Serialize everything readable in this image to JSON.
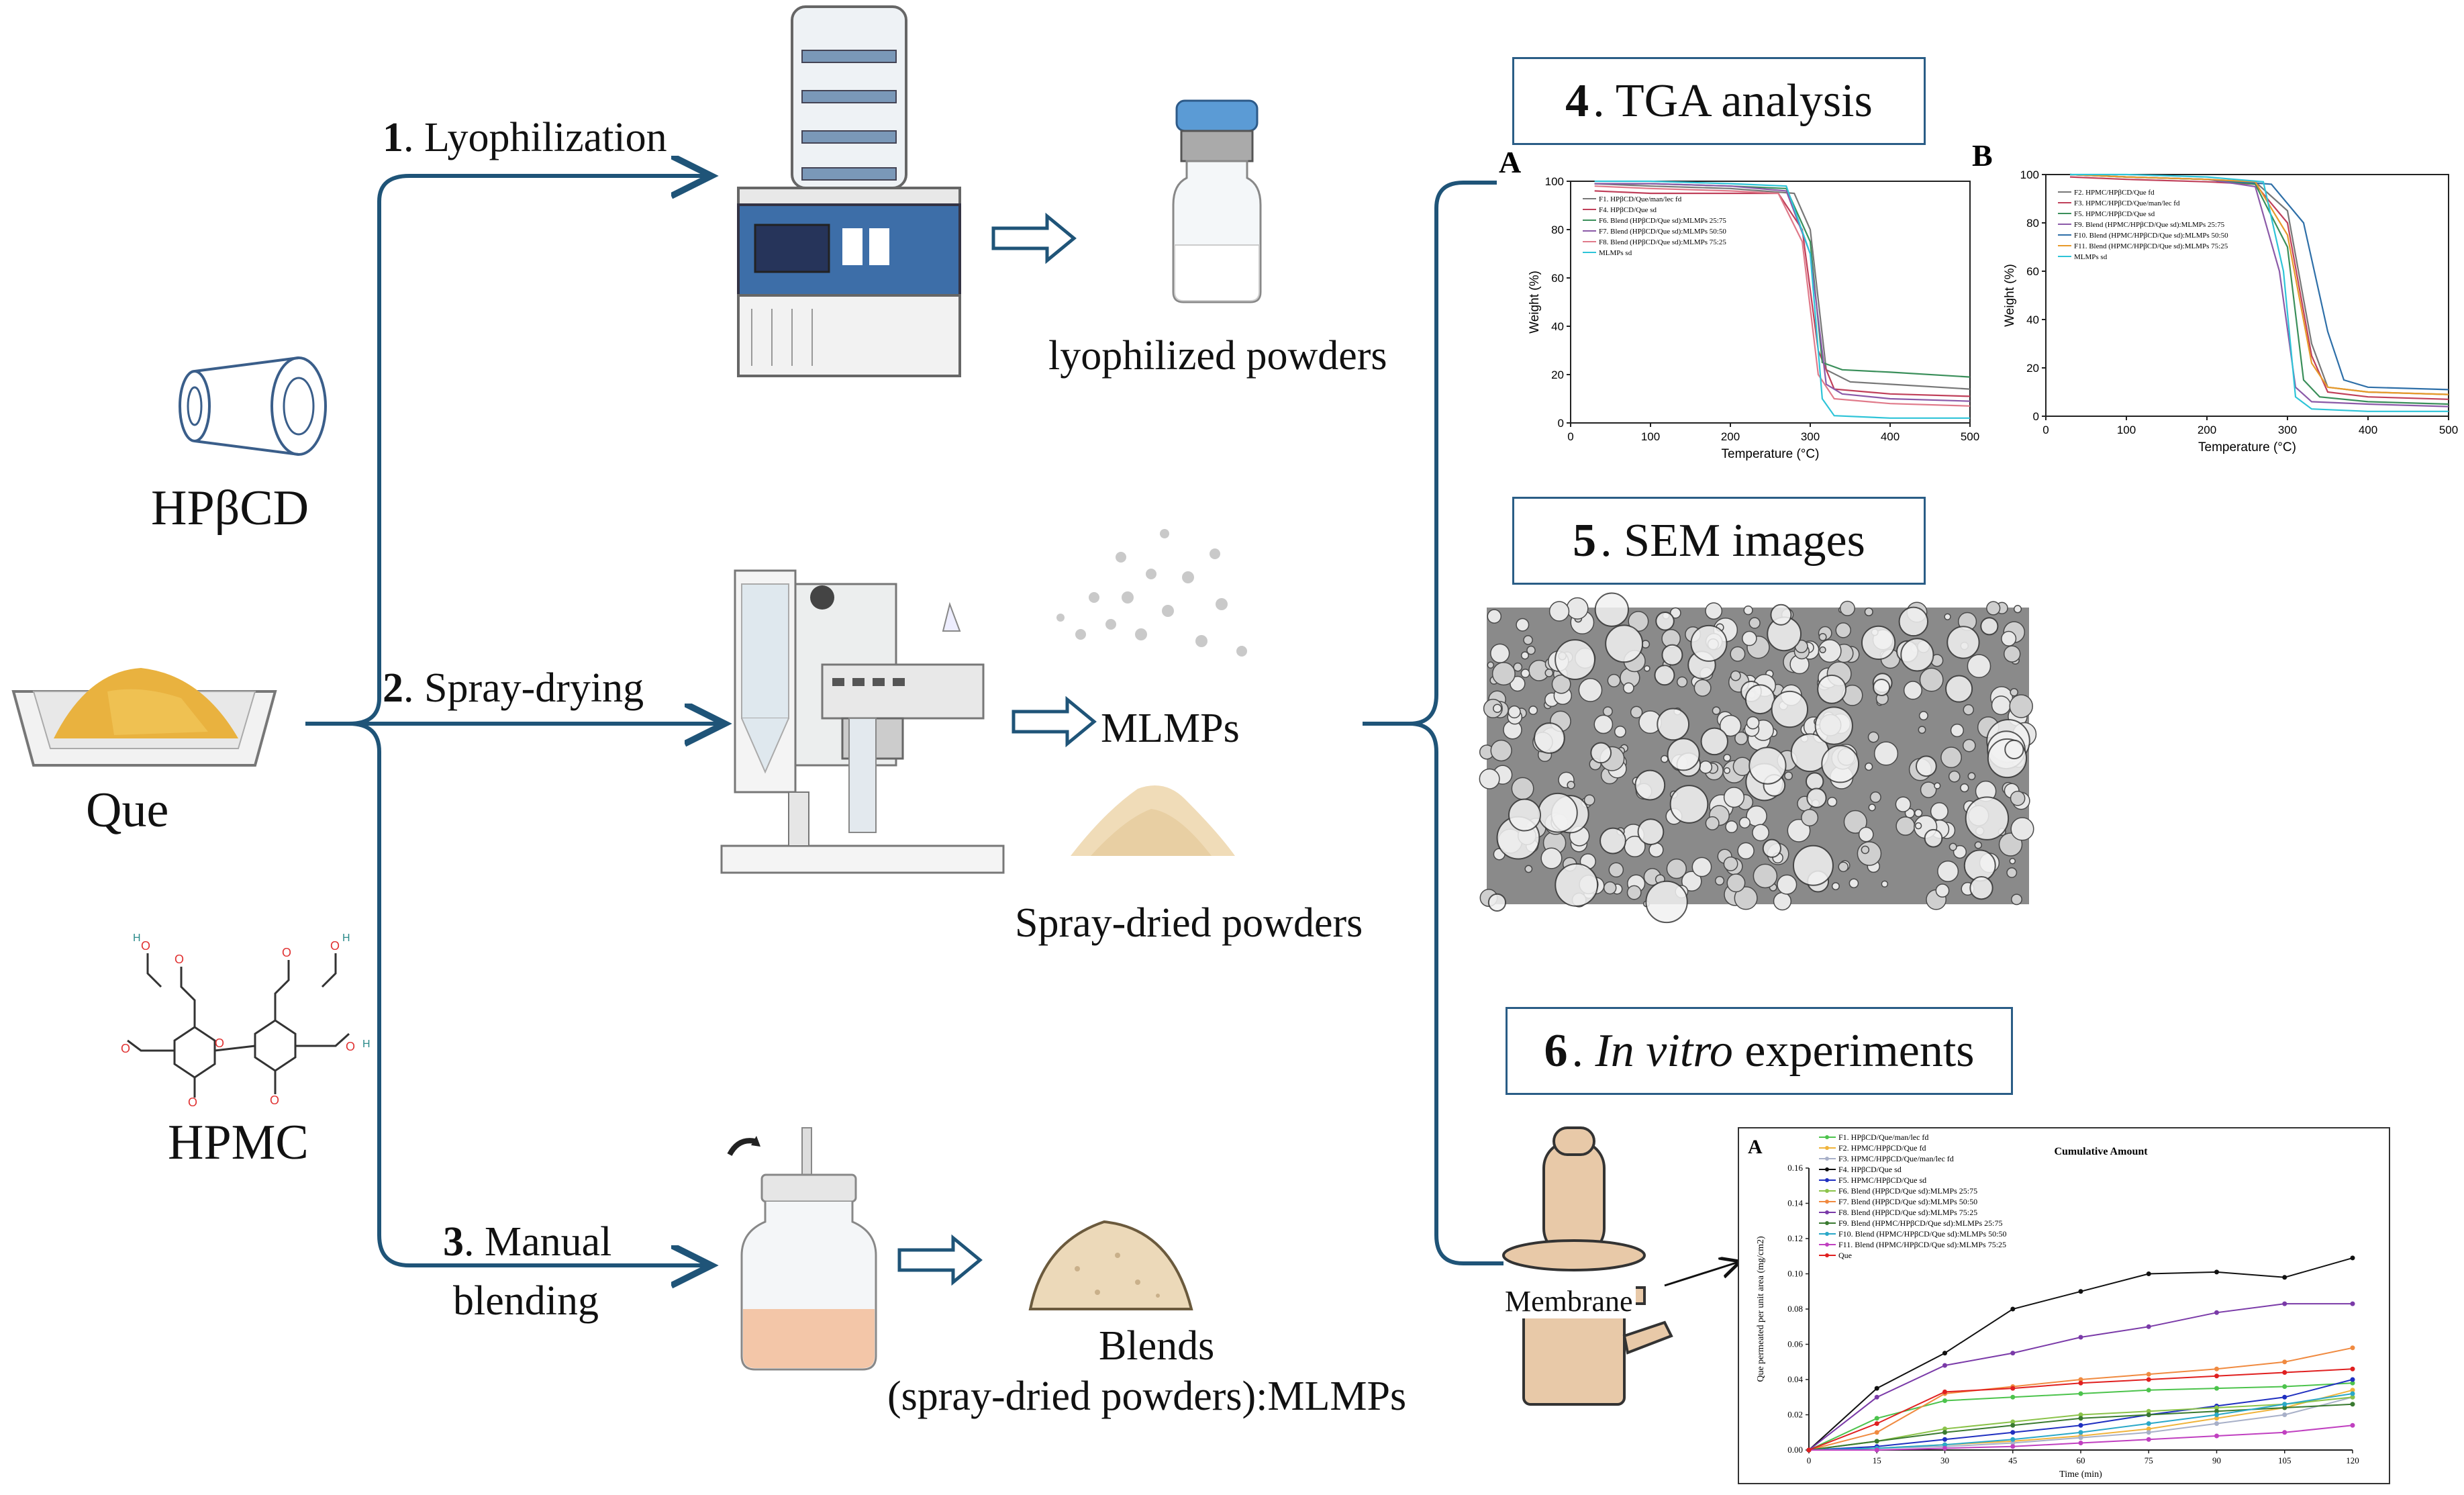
{
  "inputs": {
    "hpbcd": "HPβCD",
    "que": "Que",
    "hpmc": "HPMC"
  },
  "steps": {
    "step1": {
      "num": "1",
      "label": ". Lyophilization",
      "product": "lyophilized powders"
    },
    "step2": {
      "num": "2",
      "label": ". Spray-drying",
      "product": "MLMPs",
      "product2": "Spray-dried powders"
    },
    "step3": {
      "num": "3",
      "label_line1": ". Manual",
      "label_line2": "blending",
      "product_line1": "Blends",
      "product_line2": "(spray-dried powders):MLMPs"
    }
  },
  "analyses": {
    "tga": {
      "num": "4",
      "label": ". TGA analysis"
    },
    "sem": {
      "num": "5",
      "label": ". SEM images"
    },
    "invitro": {
      "num": "6",
      "label_italic": "In vitro",
      "label_rest": " experiments"
    }
  },
  "membrane_label": "Membrane",
  "colors": {
    "arrow": "#1f5478",
    "box_border": "#2a5d86"
  },
  "chart_data": [
    {
      "type": "line",
      "panel": "A",
      "xlabel": "Temperature (°C)",
      "ylabel": "Weight (%)",
      "xlim": [
        0,
        500
      ],
      "ylim": [
        0,
        100
      ],
      "xticks": [
        0,
        100,
        200,
        300,
        400,
        500
      ],
      "yticks": [
        0,
        20,
        40,
        60,
        80,
        100
      ],
      "series": [
        {
          "name": "F1. HPβCD/Que/man/lec fd",
          "color": "#777777",
          "x": [
            30,
            100,
            200,
            280,
            300,
            320,
            350,
            400,
            500
          ],
          "y": [
            99,
            98,
            97,
            95,
            80,
            22,
            17,
            16,
            14
          ]
        },
        {
          "name": "F4. HPβCD/Que sd",
          "color": "#c0405a",
          "x": [
            30,
            100,
            200,
            260,
            290,
            310,
            330,
            400,
            500
          ],
          "y": [
            96,
            95,
            95,
            95,
            80,
            30,
            14,
            12,
            11
          ]
        },
        {
          "name": "F6. Blend (HPβCD/Que sd):MLMPs 25:75",
          "color": "#3a8f5a",
          "x": [
            30,
            100,
            200,
            270,
            300,
            315,
            340,
            400,
            500
          ],
          "y": [
            99,
            99,
            98,
            97,
            75,
            25,
            22,
            21,
            19
          ]
        },
        {
          "name": "F7. Blend (HPβCD/Que sd):MLMPs 50:50",
          "color": "#8b5aa8",
          "x": [
            30,
            100,
            200,
            270,
            300,
            320,
            340,
            400,
            500
          ],
          "y": [
            99,
            99,
            98,
            96,
            70,
            16,
            12,
            10,
            9
          ]
        },
        {
          "name": "F8. Blend (HPβCD/Que sd):MLMPs 75:25",
          "color": "#e07a8a",
          "x": [
            30,
            100,
            200,
            260,
            290,
            310,
            330,
            400,
            500
          ],
          "y": [
            98,
            97,
            96,
            95,
            75,
            20,
            10,
            8,
            7
          ]
        },
        {
          "name": "MLMPs sd",
          "color": "#2ec4d8",
          "x": [
            30,
            100,
            200,
            270,
            300,
            315,
            330,
            400,
            500
          ],
          "y": [
            100,
            100,
            99,
            98,
            70,
            10,
            3,
            2,
            2
          ]
        }
      ]
    },
    {
      "type": "line",
      "panel": "B",
      "xlabel": "Temperature (°C)",
      "ylabel": "Weight (%)",
      "xlim": [
        0,
        500
      ],
      "ylim": [
        0,
        100
      ],
      "xticks": [
        0,
        100,
        200,
        300,
        400,
        500
      ],
      "yticks": [
        0,
        20,
        40,
        60,
        80,
        100
      ],
      "series": [
        {
          "name": "F2. HPMC/HPβCD/Que fd",
          "color": "#777777",
          "x": [
            30,
            100,
            200,
            260,
            300,
            330,
            350,
            400,
            500
          ],
          "y": [
            100,
            99,
            98,
            97,
            85,
            30,
            12,
            10,
            9
          ]
        },
        {
          "name": "F3. HPMC/HPβCD/Que/man/lec fd",
          "color": "#c0405a",
          "x": [
            30,
            100,
            200,
            260,
            300,
            330,
            350,
            400,
            500
          ],
          "y": [
            99,
            98,
            97,
            96,
            80,
            25,
            10,
            8,
            7
          ]
        },
        {
          "name": "F5. HPMC/HPβCD/Que sd",
          "color": "#3a8f5a",
          "x": [
            30,
            100,
            200,
            260,
            300,
            320,
            340,
            400,
            500
          ],
          "y": [
            100,
            99,
            98,
            96,
            70,
            15,
            8,
            6,
            5
          ]
        },
        {
          "name": "F9. Blend (HPMC/HPβCD/Que sd):MLMPs 25:75",
          "color": "#8b5aa8",
          "x": [
            30,
            100,
            200,
            260,
            290,
            310,
            330,
            400,
            500
          ],
          "y": [
            100,
            99,
            98,
            95,
            60,
            12,
            6,
            5,
            4
          ]
        },
        {
          "name": "F10. Blend (HPMC/HPβCD/Que sd):MLMPs 50:50",
          "color": "#2e6fa8",
          "x": [
            30,
            100,
            200,
            280,
            320,
            350,
            370,
            400,
            500
          ],
          "y": [
            100,
            99,
            98,
            96,
            80,
            35,
            15,
            12,
            11
          ]
        },
        {
          "name": "F11. Blend (HPMC/HPβCD/Que sd):MLMPs 75:25",
          "color": "#e89a2a",
          "x": [
            30,
            100,
            200,
            260,
            300,
            330,
            350,
            400,
            500
          ],
          "y": [
            100,
            99,
            98,
            97,
            75,
            22,
            12,
            10,
            9
          ]
        },
        {
          "name": "MLMPs sd",
          "color": "#2ec4d8",
          "x": [
            30,
            100,
            200,
            270,
            295,
            310,
            330,
            400,
            500
          ],
          "y": [
            100,
            100,
            99,
            97,
            60,
            8,
            3,
            2,
            2
          ]
        }
      ]
    },
    {
      "type": "line",
      "panel": "A",
      "title": "Cumulative Amount",
      "xlabel": "Time (min)",
      "ylabel": "Que permeated per unit area (mg/cm2)",
      "xlim": [
        0,
        120
      ],
      "ylim": [
        0,
        0.16
      ],
      "xticks": [
        0,
        15,
        30,
        45,
        60,
        75,
        90,
        105,
        120
      ],
      "yticks": [
        0.0,
        0.02,
        0.04,
        0.06,
        0.08,
        0.1,
        0.12,
        0.14,
        0.16
      ],
      "x": [
        0,
        15,
        30,
        45,
        60,
        75,
        90,
        105,
        120
      ],
      "series": [
        {
          "name": "F1. HPβCD/Que/man/lec fd",
          "color": "#4cc34c",
          "values": [
            0,
            0.018,
            0.028,
            0.03,
            0.032,
            0.034,
            0.035,
            0.036,
            0.038
          ]
        },
        {
          "name": "F2. HPMC/HPβCD/Que fd",
          "color": "#f0b43c",
          "values": [
            0,
            0.001,
            0.003,
            0.005,
            0.008,
            0.012,
            0.018,
            0.024,
            0.034
          ]
        },
        {
          "name": "F3. HPMC/HPβCD/Que/man/lec fd",
          "color": "#a8b0c8",
          "values": [
            0,
            0.001,
            0.002,
            0.004,
            0.007,
            0.01,
            0.015,
            0.02,
            0.03
          ]
        },
        {
          "name": "F4. HPβCD/Que sd",
          "color": "#111111",
          "values": [
            0,
            0.035,
            0.055,
            0.08,
            0.09,
            0.1,
            0.101,
            0.098,
            0.109
          ]
        },
        {
          "name": "F5. HPMC/HPβCD/Que sd",
          "color": "#2030c0",
          "values": [
            0,
            0.002,
            0.006,
            0.01,
            0.014,
            0.02,
            0.025,
            0.03,
            0.04
          ]
        },
        {
          "name": "F6. Blend (HPβCD/Que sd):MLMPs 25:75",
          "color": "#8bc34a",
          "values": [
            0,
            0.005,
            0.012,
            0.016,
            0.02,
            0.022,
            0.024,
            0.026,
            0.03
          ]
        },
        {
          "name": "F7. Blend (HPβCD/Que sd):MLMPs 50:50",
          "color": "#f08a40",
          "values": [
            0,
            0.01,
            0.032,
            0.036,
            0.04,
            0.043,
            0.046,
            0.05,
            0.058
          ]
        },
        {
          "name": "F8. Blend (HPβCD/Que sd):MLMPs 75:25",
          "color": "#7a3aa8",
          "values": [
            0,
            0.03,
            0.048,
            0.055,
            0.064,
            0.07,
            0.078,
            0.083,
            0.083
          ]
        },
        {
          "name": "F9. Blend (HPMC/HPβCD/Que sd):MLMPs 25:75",
          "color": "#3a7a30",
          "values": [
            0,
            0.005,
            0.01,
            0.014,
            0.018,
            0.02,
            0.022,
            0.024,
            0.026
          ]
        },
        {
          "name": "F10. Blend (HPMC/HPβCD/Que sd):MLMPs 50:50",
          "color": "#2aa8c8",
          "values": [
            0,
            0.001,
            0.003,
            0.006,
            0.01,
            0.015,
            0.02,
            0.026,
            0.032
          ]
        },
        {
          "name": "F11. Blend (HPMC/HPβCD/Que sd):MLMPs 75:25",
          "color": "#c040c0",
          "values": [
            0,
            0.0,
            0.001,
            0.002,
            0.004,
            0.006,
            0.008,
            0.01,
            0.014
          ]
        },
        {
          "name": "Que",
          "color": "#e02020",
          "values": [
            0,
            0.015,
            0.033,
            0.035,
            0.038,
            0.04,
            0.042,
            0.044,
            0.046
          ]
        }
      ]
    }
  ]
}
